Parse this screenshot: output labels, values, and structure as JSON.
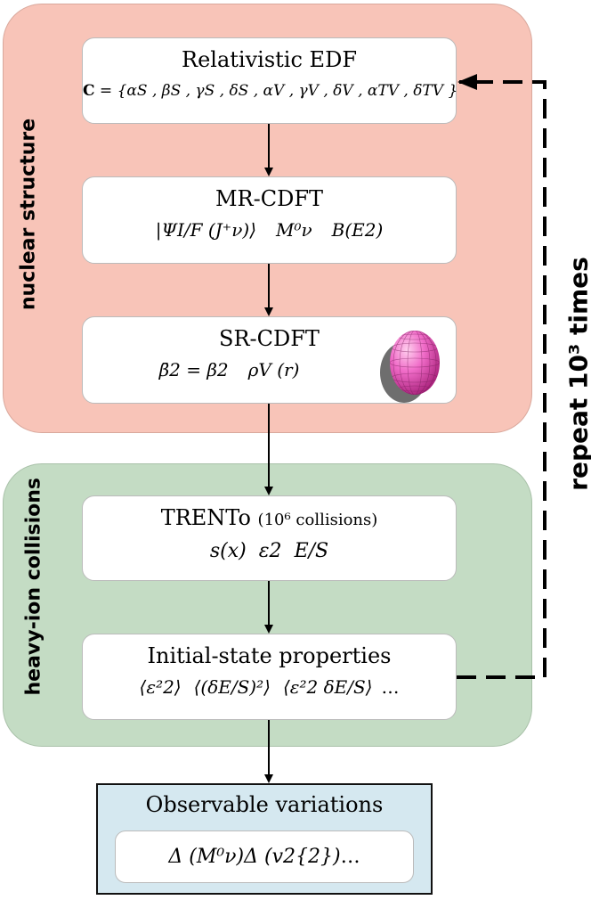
{
  "groups": {
    "nuclear": "nuclear structure",
    "heavy": "heavy-ion collisions",
    "repeat": "repeat 10³ times"
  },
  "edf": {
    "title": "Relativistic EDF",
    "C": "C",
    "eq": " = ",
    "params": "{αS , βS , γS , δS , αV , γV , δV , αTV , δTV }"
  },
  "mr": {
    "title": "MR-CDFT",
    "psi": "|ΨI/F (J⁺ν)⟩",
    "m": "M⁰ν",
    "be2": "B(E2)"
  },
  "sr": {
    "title": "SR-CDFT",
    "beta": "β̄2 = β2",
    "rho": "ρV (r)"
  },
  "trento": {
    "title": "TRENTo",
    "note": "(10⁶ collisions)",
    "s": "s(x)",
    "eps": "ε2",
    "es": "E/S"
  },
  "init": {
    "title": "Initial-state properties",
    "f1": "⟨ε²2⟩",
    "f2": "⟨(δE/S)²⟩",
    "f3": "⟨ε²2 δE/S⟩",
    "dots": "…"
  },
  "obs": {
    "title": "Observable variations",
    "d1": "Δ (M⁰ν)",
    "d2": "Δ (v2{2})",
    "dots": "…"
  }
}
